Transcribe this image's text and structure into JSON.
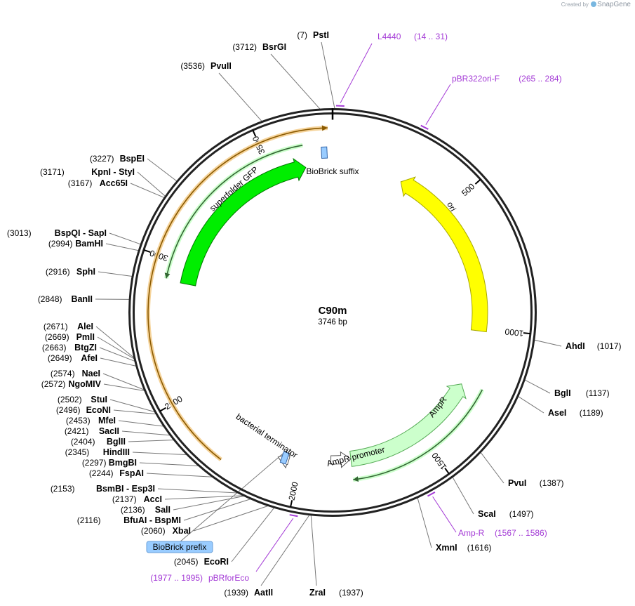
{
  "credit": {
    "prefix": "Created by",
    "brand": "SnapGene"
  },
  "plasmid": {
    "name": "C90m",
    "length_label": "3746 bp",
    "length": 3746
  },
  "ticks": [
    {
      "pos": 500,
      "label": "500"
    },
    {
      "pos": 1000,
      "label": "1000"
    },
    {
      "pos": 1500,
      "label": "1500"
    },
    {
      "pos": 2000,
      "label": "2000"
    },
    {
      "pos": 2500,
      "label": "2500"
    },
    {
      "pos": 3000,
      "label": "3000"
    },
    {
      "pos": 3500,
      "label": "3500"
    }
  ],
  "features": [
    {
      "name": "ori",
      "start": 287,
      "end": 1011,
      "dir": "rev",
      "color": "#ffff00",
      "stroke": "#a8a800"
    },
    {
      "name": "AmpR",
      "start": 1238,
      "end": 1799,
      "dir": "rev",
      "color": "#ccffcc",
      "stroke": "#55aa55"
    },
    {
      "name": "AmpR promoter",
      "start": 1799,
      "end": 1880,
      "dir": "rev",
      "color": "#ffffff",
      "stroke": "#555555"
    },
    {
      "name": "bacterial terminator",
      "start": 2045,
      "end": 2088,
      "dir": "fwd",
      "color": "#ffffff",
      "stroke": "#555555"
    },
    {
      "name": "superfolder GFP",
      "start": 2924,
      "end": 3637,
      "dir": "fwd",
      "color": "#00ee00",
      "stroke": "#007700"
    }
  ],
  "small_features": [
    {
      "name": "BioBrick suffix",
      "pos": 3715,
      "color": "#99ccff"
    },
    {
      "name": "BioBrick prefix",
      "pos": 2063,
      "color": "#99ccff"
    }
  ],
  "orfs": [
    {
      "start": 2260,
      "end": 3730,
      "dir": "fwd",
      "color": "#f5d39a",
      "stroke": "#8b5a00"
    },
    {
      "start": 2930,
      "end": 3640,
      "dir": "rev",
      "color": "#ccffcc",
      "stroke": "#336633"
    },
    {
      "start": 1220,
      "end": 1800,
      "dir": "fwd",
      "color": "#ccffcc",
      "stroke": "#336633"
    }
  ],
  "primers": [
    {
      "name": "L4440",
      "range": "(14 .. 31)",
      "pos": 22
    },
    {
      "name": "pBR322ori-F",
      "range": "(265 .. 284)",
      "pos": 275
    },
    {
      "name": "Amp-R",
      "range": "(1567 .. 1586)",
      "pos": 1576
    },
    {
      "name": "pBRforEco",
      "range": "(1977 .. 1995)",
      "pos": 1986
    }
  ],
  "sites": [
    {
      "name": "PstI",
      "pos_label": "(7)",
      "pos": 7
    },
    {
      "name": "BsrGI",
      "pos_label": "(3712)",
      "pos": 3712
    },
    {
      "name": "PvuII",
      "pos_label": "(3536)",
      "pos": 3536
    },
    {
      "name": "BspEI",
      "pos_label": "(3227)",
      "pos": 3227
    },
    {
      "name": "KpnI  -  StyI",
      "pos_label": "(3171)",
      "pos": 3171
    },
    {
      "name": "Acc65I",
      "pos_label": "(3167)",
      "pos": 3167
    },
    {
      "name": "BspQI  -  SapI",
      "pos_label": "(3013)",
      "pos": 3013
    },
    {
      "name": "BamHI",
      "pos_label": "(2994)",
      "pos": 2994
    },
    {
      "name": "SphI",
      "pos_label": "(2916)",
      "pos": 2916
    },
    {
      "name": "BanII",
      "pos_label": "(2848)",
      "pos": 2848
    },
    {
      "name": "AleI",
      "pos_label": "(2671)",
      "pos": 2671
    },
    {
      "name": "PmlI",
      "pos_label": "(2669)",
      "pos": 2669
    },
    {
      "name": "BtgZI",
      "pos_label": "(2663)",
      "pos": 2663
    },
    {
      "name": "AfeI",
      "pos_label": "(2649)",
      "pos": 2649
    },
    {
      "name": "NaeI",
      "pos_label": "(2574)",
      "pos": 2574
    },
    {
      "name": "NgoMIV",
      "pos_label": "(2572)",
      "pos": 2572
    },
    {
      "name": "StuI",
      "pos_label": "(2502)",
      "pos": 2502
    },
    {
      "name": "EcoNI",
      "pos_label": "(2496)",
      "pos": 2496
    },
    {
      "name": "MfeI",
      "pos_label": "(2453)",
      "pos": 2453
    },
    {
      "name": "SacII",
      "pos_label": "(2421)",
      "pos": 2421
    },
    {
      "name": "BglII",
      "pos_label": "(2404)",
      "pos": 2404
    },
    {
      "name": "HindIII",
      "pos_label": "(2345)",
      "pos": 2345
    },
    {
      "name": "BmgBI",
      "pos_label": "(2297)",
      "pos": 2297
    },
    {
      "name": "FspAI",
      "pos_label": "(2244)",
      "pos": 2244
    },
    {
      "name": "BsmBI  -  Esp3I",
      "pos_label": "(2153)",
      "pos": 2153
    },
    {
      "name": "AccI",
      "pos_label": "(2137)",
      "pos": 2137
    },
    {
      "name": "SalI",
      "pos_label": "(2136)",
      "pos": 2136
    },
    {
      "name": "BfuAI  -  BspMI",
      "pos_label": "(2116)",
      "pos": 2116
    },
    {
      "name": "XbaI",
      "pos_label": "(2060)",
      "pos": 2060
    },
    {
      "name": "EcoRI",
      "pos_label": "(2045)",
      "pos": 2045
    },
    {
      "name": "AatII",
      "pos_label": "(1939)",
      "pos": 1939
    },
    {
      "name": "ZraI",
      "pos_label": "(1937)",
      "pos": 1937
    },
    {
      "name": "XmnI",
      "pos_label": "(1616)",
      "pos": 1616
    },
    {
      "name": "ScaI",
      "pos_label": "(1497)",
      "pos": 1497
    },
    {
      "name": "PvuI",
      "pos_label": "(1387)",
      "pos": 1387
    },
    {
      "name": "AseI",
      "pos_label": "(1189)",
      "pos": 1189
    },
    {
      "name": "BglI",
      "pos_label": "(1137)",
      "pos": 1137
    },
    {
      "name": "AhdI",
      "pos_label": "(1017)",
      "pos": 1017
    }
  ]
}
